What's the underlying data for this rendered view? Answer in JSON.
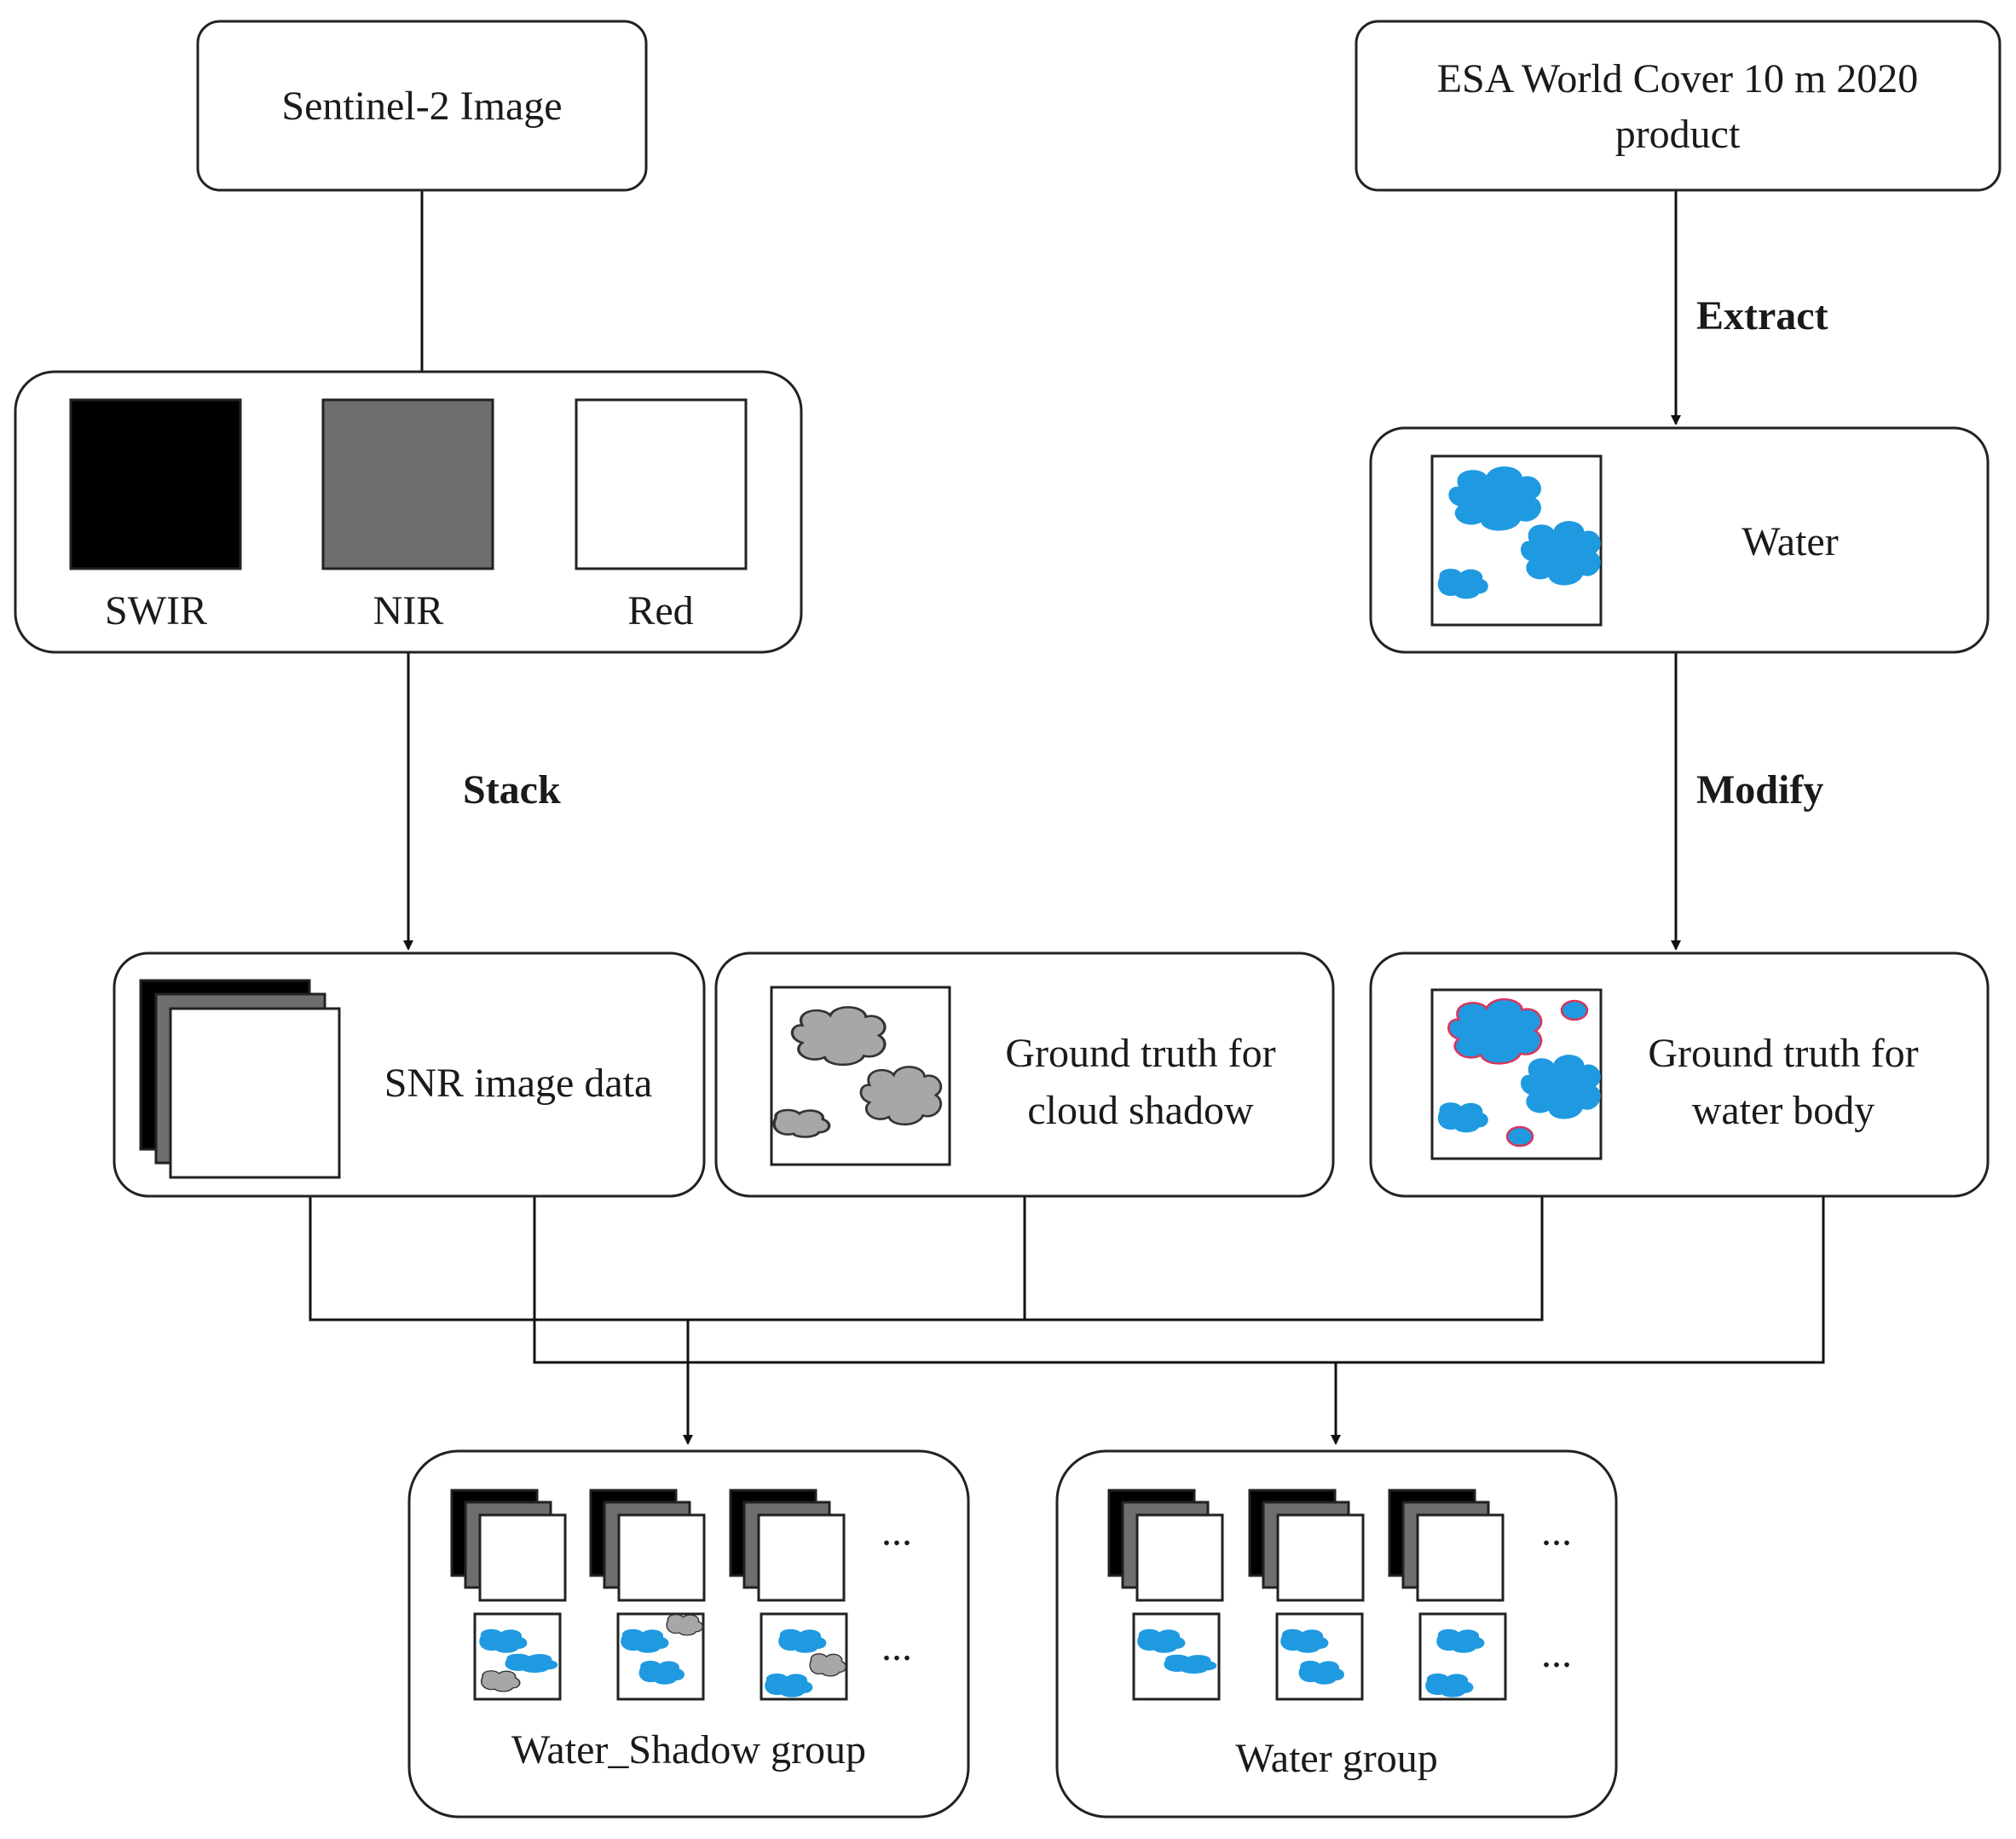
{
  "colors": {
    "water": "#1f9ae0",
    "water_outline": "#1f9ae0",
    "water_modified_outline": "#d9365b",
    "shadow": "#a7a7a7",
    "shadow_outline": "#333333",
    "swir": "#000000",
    "nir": "#6e6e6e",
    "red": "#ffffff"
  },
  "nodes": {
    "sentinel": {
      "label": "Sentinel-2 Image"
    },
    "esa": {
      "label_line1": "ESA World Cover 10 m 2020",
      "label_line2": "product"
    },
    "bands": {
      "swir": "SWIR",
      "nir": "NIR",
      "red": "Red"
    },
    "water": {
      "label": "Water"
    },
    "snr": {
      "label": "SNR image data"
    },
    "gt_shadow": {
      "line1": "Ground truth for",
      "line2": "cloud shadow"
    },
    "gt_water": {
      "line1": "Ground truth for",
      "line2": "water body"
    },
    "water_shadow_group": {
      "label": "Water_Shadow group",
      "ellipsis": "..."
    },
    "water_group": {
      "label": "Water group",
      "ellipsis": "..."
    }
  },
  "edges": {
    "stack": "Stack",
    "extract": "Extract",
    "modify": "Modify"
  }
}
